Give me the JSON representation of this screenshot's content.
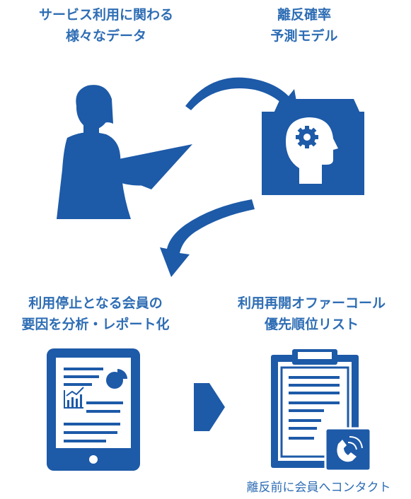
{
  "flow": {
    "step1": {
      "line1": "サービス利用に関わる",
      "line2": "様々なデータ",
      "icon": "person-reading-document-icon"
    },
    "step2": {
      "line1": "離反確率",
      "line2": "予測モデル",
      "icon": "ai-brain-box-icon"
    },
    "step3": {
      "line1": "利用停止となる会員の",
      "line2": "要因を分析・レポート化",
      "icon": "tablet-report-icon"
    },
    "step4": {
      "line1": "利用再開オファーコール",
      "line2": "優先順位リスト",
      "icon": "clipboard-phone-icon"
    },
    "step4_note": "離反前に会員へコンタクト"
  },
  "colors": {
    "primary": "#1d5aa8",
    "label": "#2e6db4"
  }
}
